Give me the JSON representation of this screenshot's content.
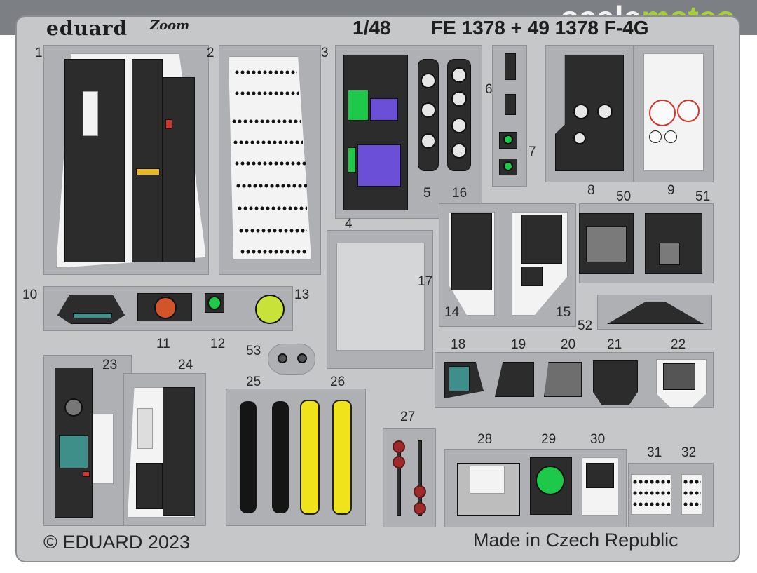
{
  "header": {
    "brand": "eduard",
    "subbrand": "Zoom",
    "scale": "1/48",
    "code": "FE 1378 + 49 1378 F-4G",
    "watermark_part1": "scale",
    "watermark_part2": "mates"
  },
  "parts": [
    "1",
    "2",
    "3",
    "4",
    "5",
    "6",
    "7",
    "8",
    "9",
    "10",
    "11",
    "12",
    "13",
    "14",
    "15",
    "16",
    "17",
    "18",
    "19",
    "20",
    "21",
    "22",
    "23",
    "24",
    "25",
    "26",
    "27",
    "28",
    "29",
    "30",
    "31",
    "32",
    "50",
    "51",
    "52",
    "53"
  ],
  "footer": {
    "copyright": "© EDUARD 2023",
    "origin": "Made in Czech Republic"
  },
  "colors": {
    "fret": "#c5c7c9",
    "panel": "#2c2c2c",
    "yellow_handle": "#f0e31c",
    "green_screen": "#1ec94a",
    "purple_screen": "#6b4fd6",
    "watermark_green": "#a9cf38"
  }
}
